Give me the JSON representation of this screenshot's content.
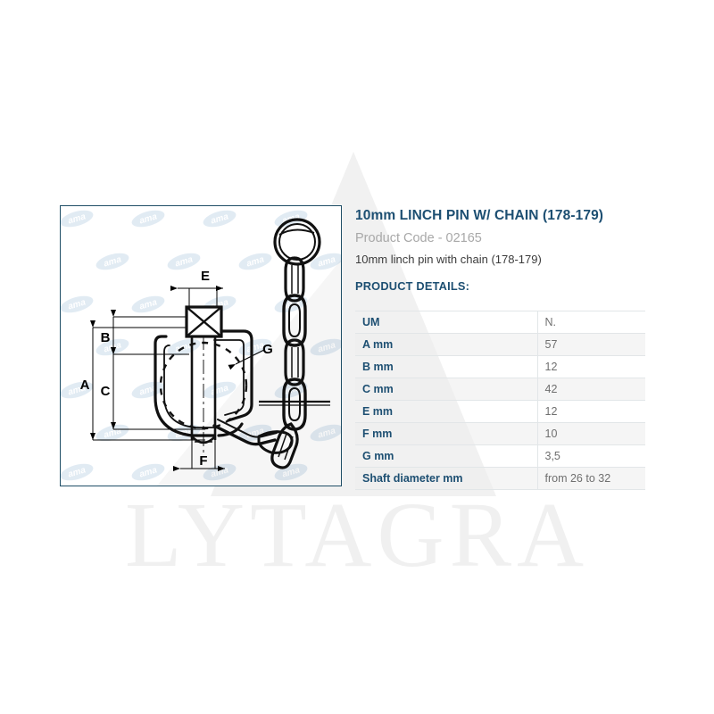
{
  "product": {
    "title": "10mm LINCH PIN W/ CHAIN (178-179)",
    "code_label": "Product Code - 02165",
    "description": "10mm linch pin with chain (178-179)",
    "details_heading": "PRODUCT DETAILS:"
  },
  "watermarks": {
    "brand_text": "LYTAGRA",
    "image_mark": "ama"
  },
  "diagram": {
    "labels": {
      "a": "A",
      "b": "B",
      "c": "C",
      "e": "E",
      "f": "F",
      "g": "G"
    }
  },
  "spec_table": {
    "rows": [
      {
        "key": "UM",
        "value": "N."
      },
      {
        "key": "A mm",
        "value": "57"
      },
      {
        "key": "B mm",
        "value": "12"
      },
      {
        "key": "C mm",
        "value": "42"
      },
      {
        "key": "E mm",
        "value": "12"
      },
      {
        "key": "F mm",
        "value": "10"
      },
      {
        "key": "G mm",
        "value": "3,5"
      },
      {
        "key": "Shaft diameter mm",
        "value": "from 26 to 32"
      }
    ]
  },
  "colors": {
    "title_blue": "#1d4f72",
    "code_gray": "#a8a8a8",
    "panel_border": "#1f4e66",
    "row_border": "#e2e6e8",
    "watermark_gray": "#f0f0f0"
  }
}
